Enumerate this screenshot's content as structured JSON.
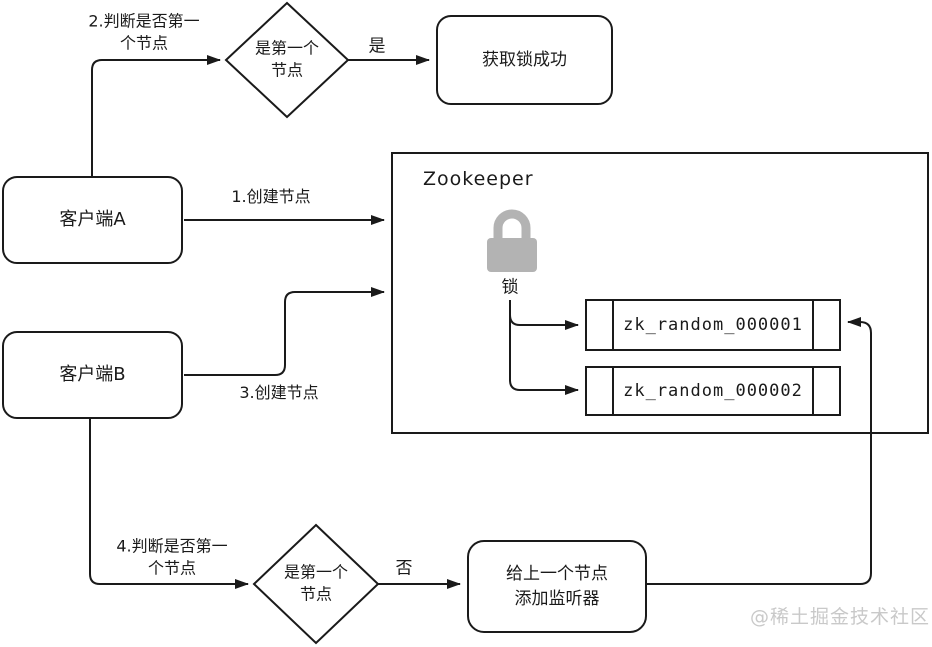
{
  "colors": {
    "stroke": "#1a1a1a",
    "lock_gray": "#b3b3b3",
    "watermark_gray": "#c9c9c9",
    "background": "#ffffff"
  },
  "clients": {
    "a_label": "客户端A",
    "b_label": "客户端B"
  },
  "flow_labels": {
    "step1": "1.创建节点",
    "step2": "2.判断是否第一\n个节点",
    "step3": "3.创建节点",
    "step4": "4.判断是否第一\n个节点",
    "yes": "是",
    "no": "否"
  },
  "decisions": {
    "top_label": "是第一个\n节点",
    "bottom_label": "是第一个\n节点"
  },
  "outcomes": {
    "success_label": "获取锁成功",
    "listener_label": "给上一个节点\n添加监听器"
  },
  "zookeeper": {
    "title": "Zookeeper",
    "lock_icon": "lock-icon",
    "lock_label": "锁",
    "nodes": [
      "zk_random_000001",
      "zk_random_000002"
    ]
  },
  "watermark": "@稀土掘金技术社区"
}
